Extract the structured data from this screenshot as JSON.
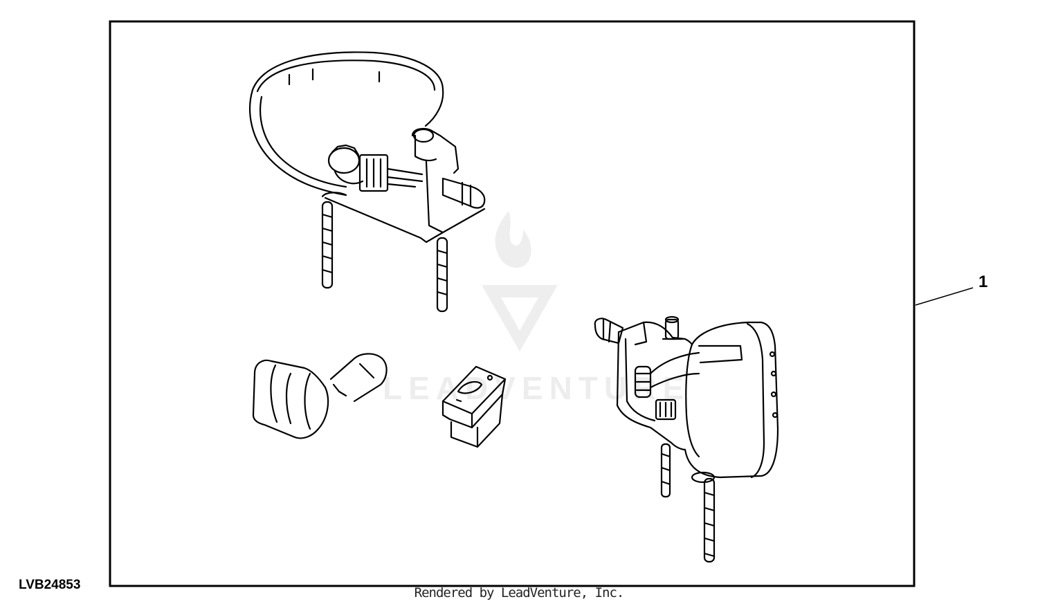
{
  "diagram": {
    "callout_number": "1",
    "figure_id": "LVB24853",
    "footer_text": "Rendered by LeadVenture, Inc.",
    "watermark": "LEADVENTURE"
  },
  "colors": {
    "line": "#000000",
    "background": "#ffffff",
    "watermark": "#e6e6e6"
  }
}
